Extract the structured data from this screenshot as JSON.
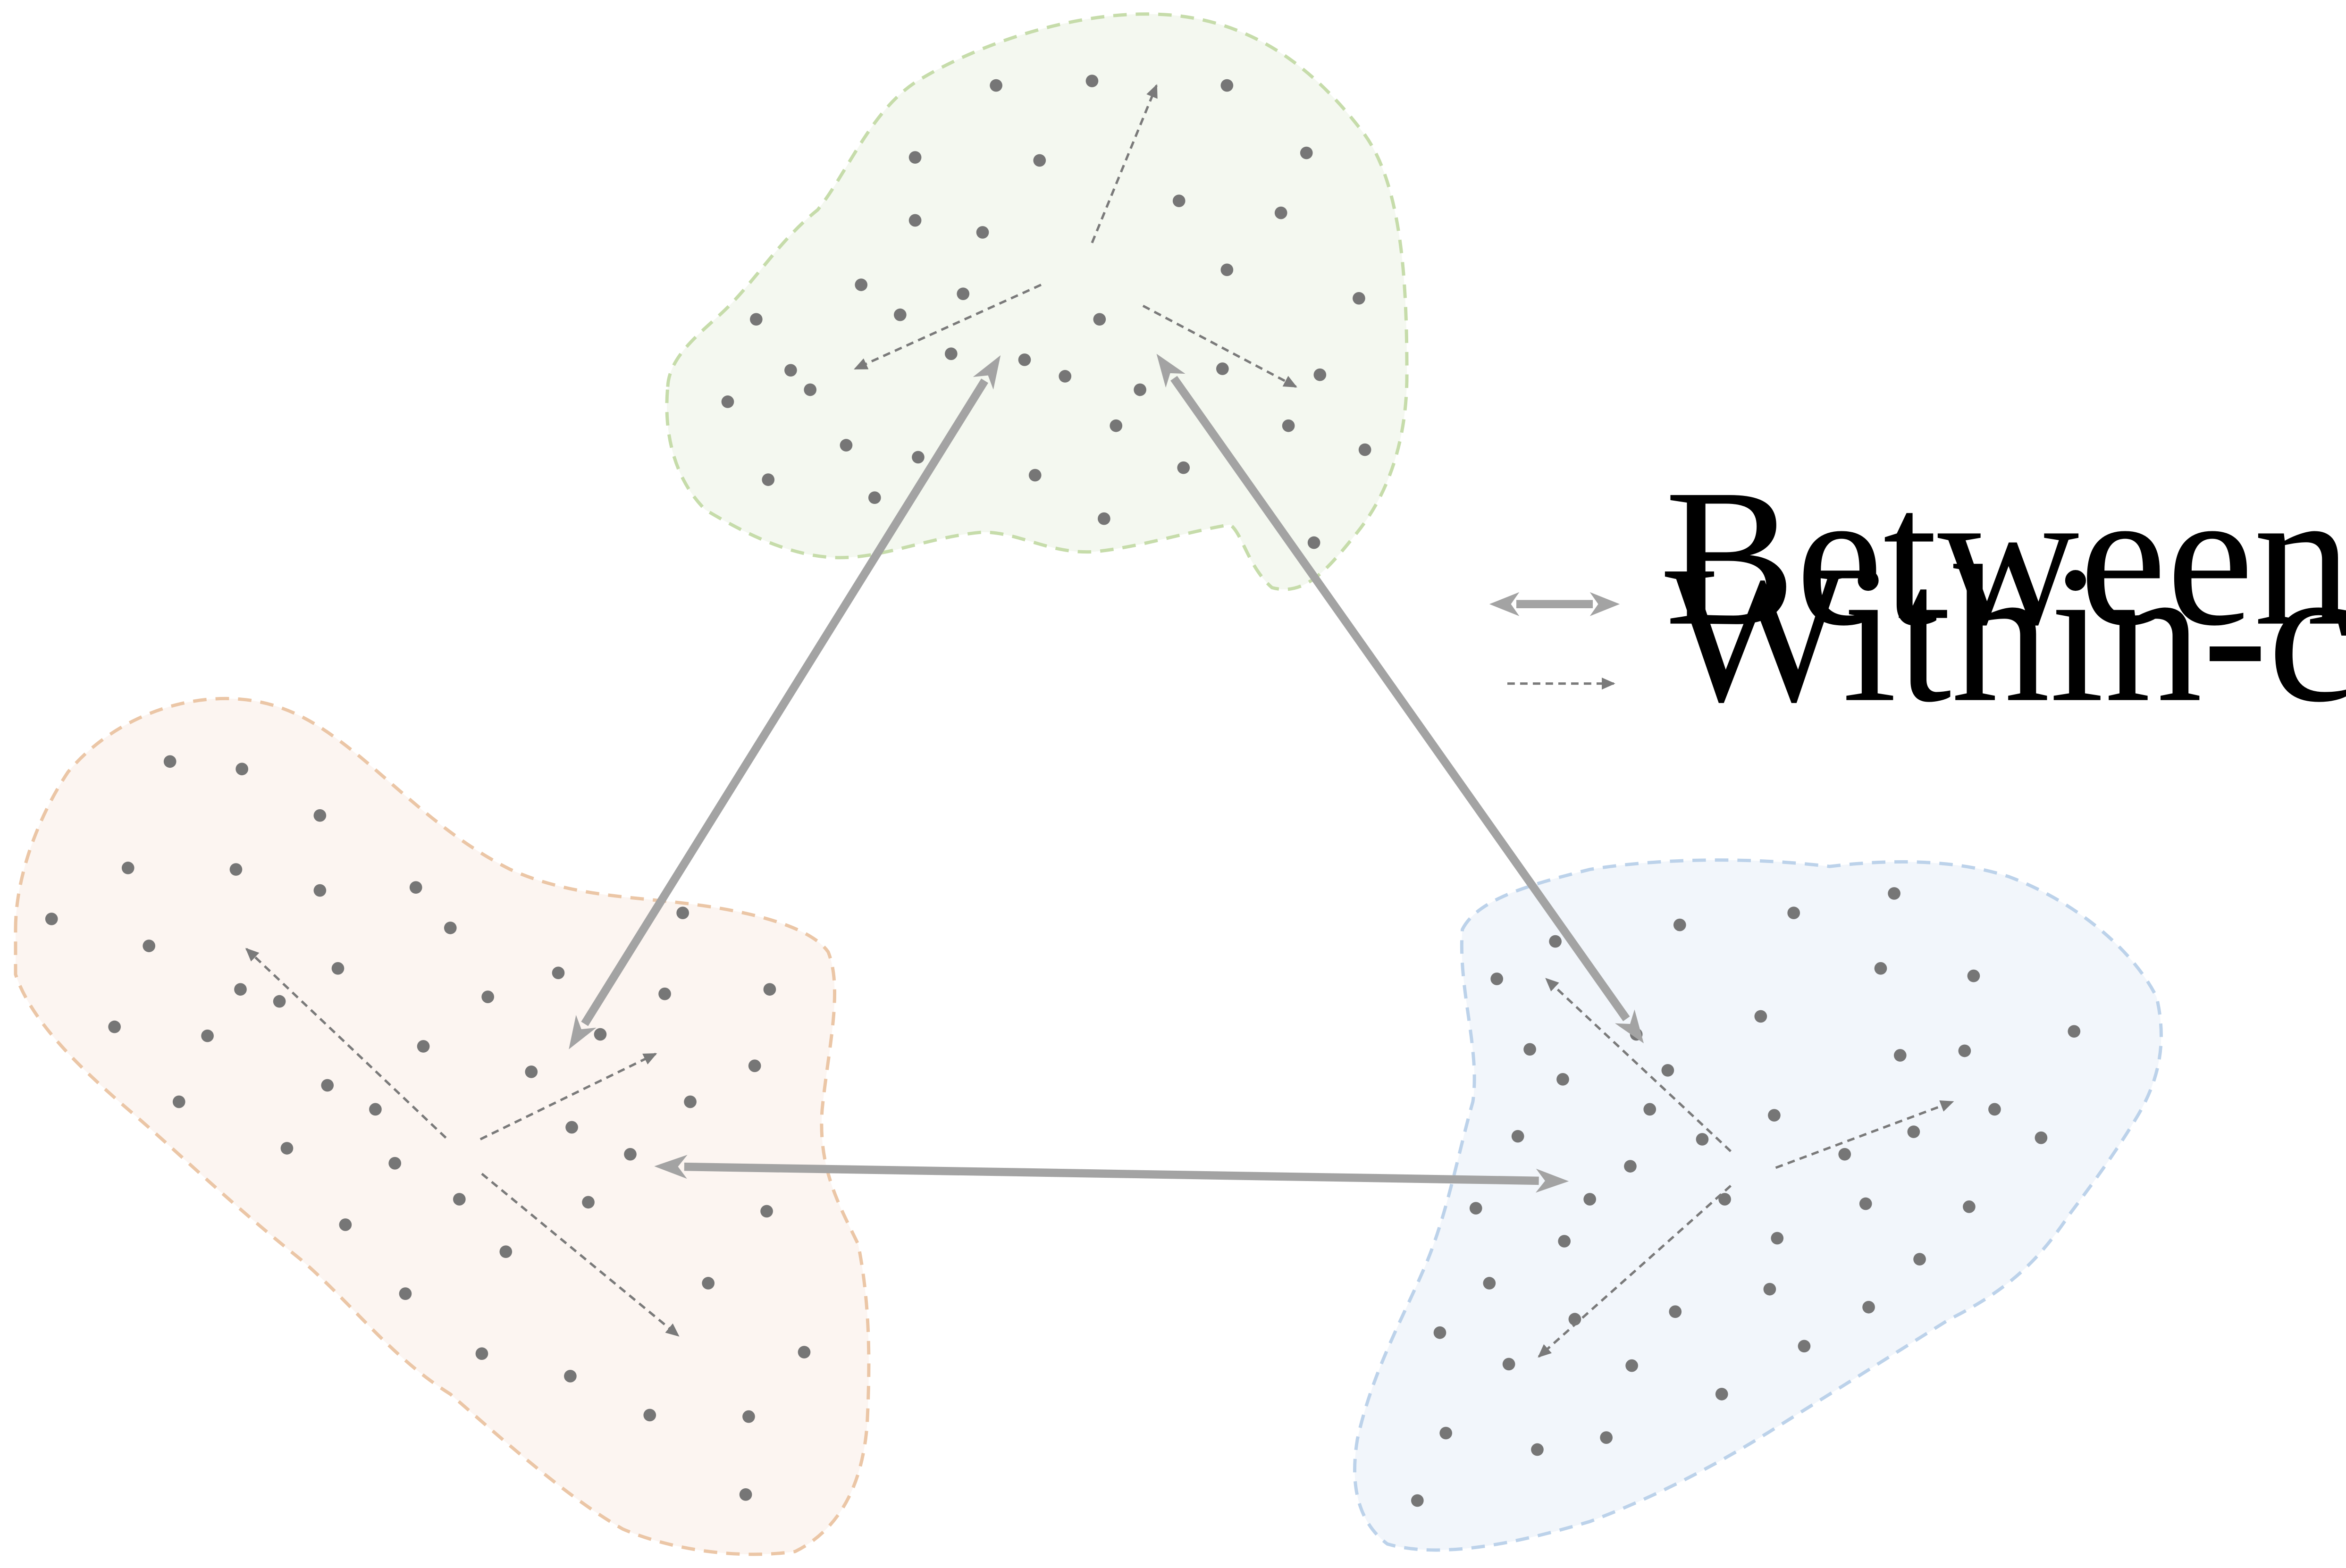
{
  "colors": {
    "green_fill": "#f4f8f0",
    "green_stroke": "#c6dcaa",
    "orange_fill": "#fcf5f1",
    "orange_stroke": "#ebc6a6",
    "blue_fill": "#f2f6fb",
    "blue_stroke": "#bcd2ea",
    "point": "#767676",
    "between_arrow": "#a3a3a3",
    "within_arrow": "#7a7a7a"
  },
  "legend": {
    "between_label": "Between-cluster variation",
    "within_label": "Within-cluster variation"
  },
  "clusters": [
    {
      "name": "green-cluster",
      "point_count": 37
    },
    {
      "name": "orange-cluster",
      "point_count": 45
    },
    {
      "name": "blue-cluster",
      "point_count": 46
    }
  ]
}
